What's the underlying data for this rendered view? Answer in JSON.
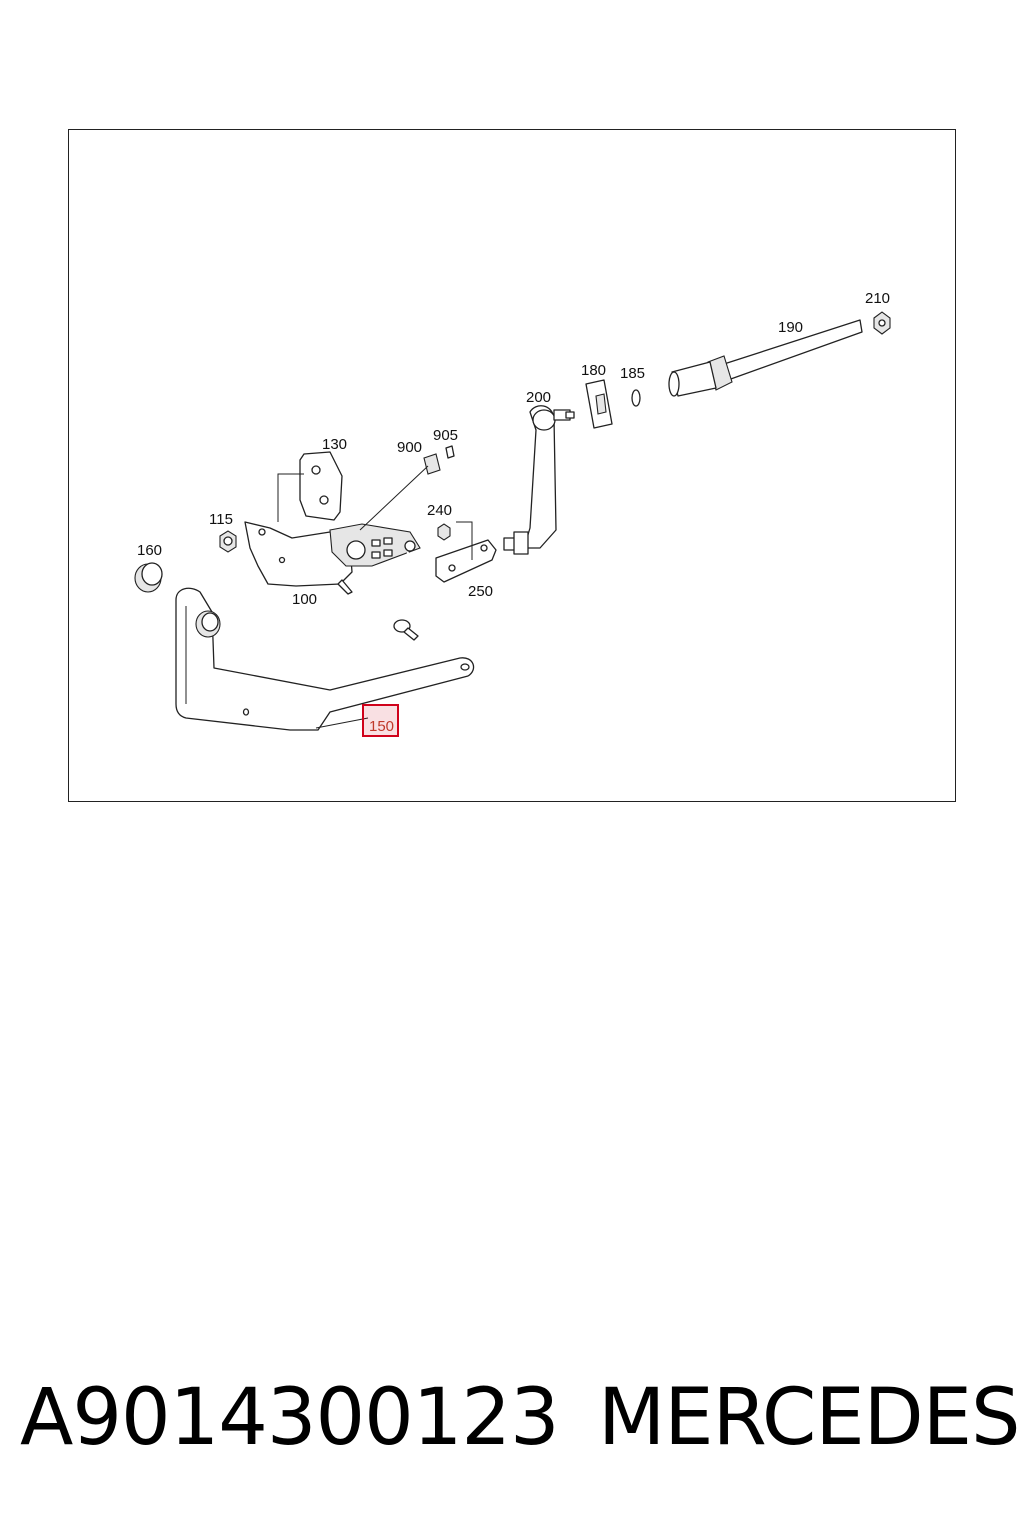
{
  "diagram": {
    "labels": {
      "l100": "100",
      "l115": "115",
      "l130": "130",
      "l150": "150",
      "l160": "160",
      "l180": "180",
      "l185": "185",
      "l190": "190",
      "l200": "200",
      "l210": "210",
      "l240": "240",
      "l250": "250",
      "l900": "900",
      "l905": "905"
    },
    "highlighted_label": "150",
    "highlight_color": "#d0021b"
  },
  "caption": {
    "part_number": "A9014300123",
    "brand": "MERCEDES"
  }
}
